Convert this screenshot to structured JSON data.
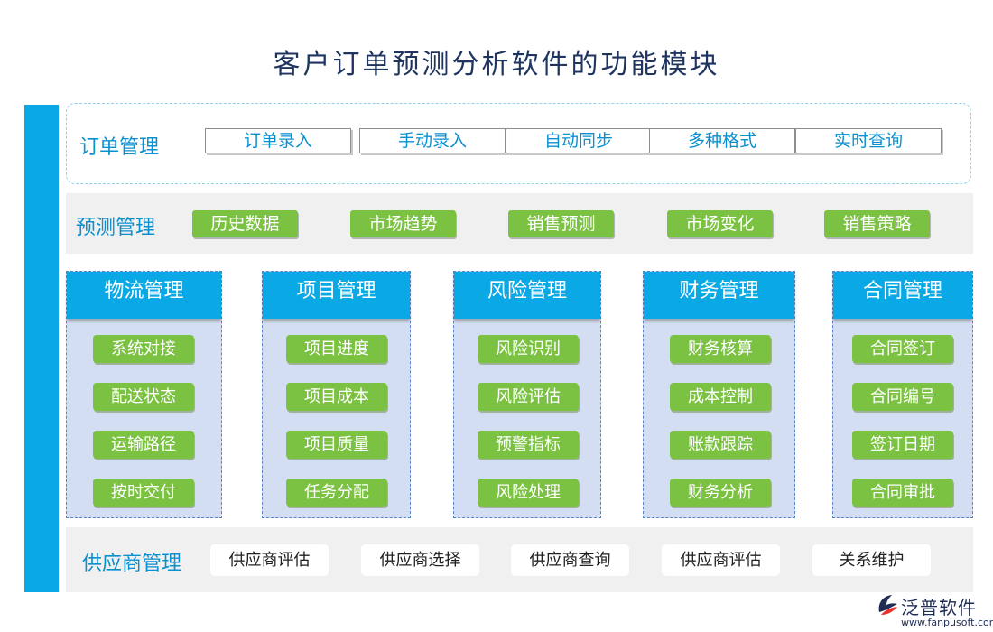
{
  "title": "客户订单预测分析软件的功能模块",
  "order": {
    "label": "订单管理",
    "items": [
      "订单录入",
      "手动录入",
      "自动同步",
      "多种格式",
      "实时查询"
    ]
  },
  "forecast": {
    "label": "预测管理",
    "items": [
      "历史数据",
      "市场趋势",
      "销售预测",
      "市场变化",
      "销售策略"
    ]
  },
  "modules": [
    {
      "title": "物流管理",
      "items": [
        "系统对接",
        "配送状态",
        "运输路径",
        "按时交付"
      ]
    },
    {
      "title": "项目管理",
      "items": [
        "项目进度",
        "项目成本",
        "项目质量",
        "任务分配"
      ]
    },
    {
      "title": "风险管理",
      "items": [
        "风险识别",
        "风险评估",
        "预警指标",
        "风险处理"
      ]
    },
    {
      "title": "财务管理",
      "items": [
        "财务核算",
        "成本控制",
        "账款跟踪",
        "财务分析"
      ]
    },
    {
      "title": "合同管理",
      "items": [
        "合同签订",
        "合同编号",
        "签订日期",
        "合同审批"
      ]
    }
  ],
  "supplier": {
    "label": "供应商管理",
    "items": [
      "供应商评估",
      "供应商选择",
      "供应商查询",
      "供应商评估",
      "关系维护"
    ]
  },
  "logo": {
    "brand": "泛普软件",
    "url": "www.fanpusoft.com",
    "icon": "fanpu-logo-icon"
  },
  "colors": {
    "accent_blue": "#0aa9e6",
    "chip_green": "#7cc242",
    "title_navy": "#1f3560"
  }
}
